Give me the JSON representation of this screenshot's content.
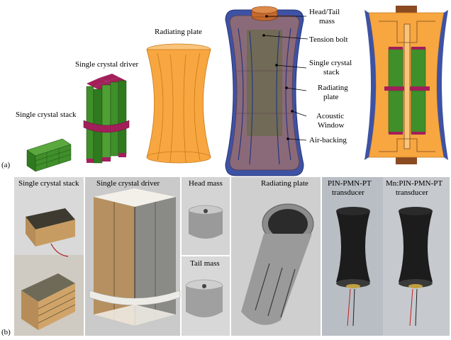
{
  "panel_a": {
    "letter": "(a)",
    "labels": {
      "single_crystal_stack": "Single crystal stack",
      "single_crystal_driver": "Single crystal driver",
      "radiating_plate": "Radiating plate"
    },
    "callouts": {
      "head_tail_mass_1": "Head/Tail",
      "head_tail_mass_2": "mass",
      "tension_bolt": "Tension bolt",
      "single_crystal_stack_1": "Single crystal",
      "single_crystal_stack_2": "stack",
      "radiating_plate_1": "Radiating",
      "radiating_plate_2": "plate",
      "acoustic_window_1": "Acoustic",
      "acoustic_window_2": "Window",
      "air_backing": "Air-backing"
    }
  },
  "panel_b": {
    "letter": "(b)",
    "labels": {
      "single_crystal_stack": "Single crystal stack",
      "single_crystal_driver": "Single crystal driver",
      "head_mass": "Head mass",
      "tail_mass": "Tail mass",
      "radiating_plate": "Radiating plate",
      "pin_transducer_1": "PIN-PMN-PT",
      "pin_transducer_2": "transducer",
      "mn_transducer_1": "Mn:PIN-PMN-PT",
      "mn_transducer_2": "transducer"
    }
  },
  "colors": {
    "crystal_green": "#3f8f2a",
    "crystal_dark": "#2c6a1c",
    "magenta": "#8a1848",
    "orange": "#f7a640",
    "orange_dark": "#c87a1c",
    "window_blue": "#3a4e9c",
    "window_fill": "#8d6a7c",
    "brown_cap": "#8a4a22",
    "photo_bg_dark": "#3b3b3b",
    "transducer_black": "#1c1c1c"
  }
}
